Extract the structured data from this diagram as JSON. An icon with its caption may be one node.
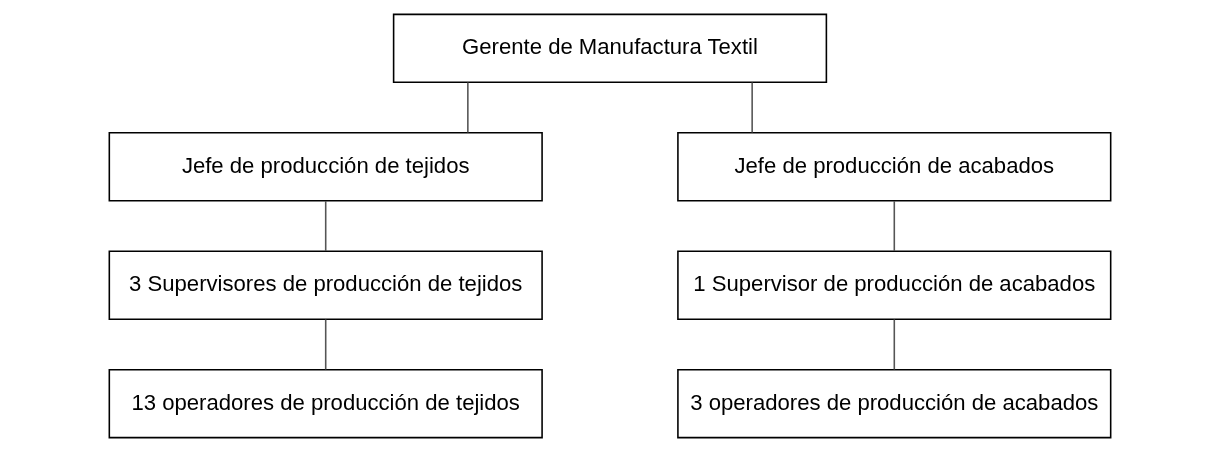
{
  "diagram": {
    "nodes": [
      {
        "text": [
          "Gerente de Manufactura Textil"
        ]
      },
      {
        "text": [
          "Jefe de producción de tejidos"
        ]
      },
      {
        "text": [
          "Jefe de producción de acabados"
        ]
      },
      {
        "text": [
          "3 Supervisores de producción de tejidos"
        ]
      },
      {
        "text": [
          "1 Supervisor de producción de acabados"
        ]
      },
      {
        "text": [
          "13 operadores de producción de tejidos"
        ]
      },
      {
        "text": [
          "3 operadores de producción de acabados"
        ]
      }
    ],
    "edges": [
      {
        "from": 0,
        "to": 1,
        "arrow": "none"
      },
      {
        "from": 0,
        "to": 2,
        "arrow": "none"
      },
      {
        "from": 1,
        "to": 3,
        "arrow": "none"
      },
      {
        "from": 2,
        "to": 4,
        "arrow": "none"
      },
      {
        "from": 3,
        "to": 5,
        "arrow": "none"
      },
      {
        "from": 4,
        "to": 6,
        "arrow": "none"
      }
    ]
  }
}
